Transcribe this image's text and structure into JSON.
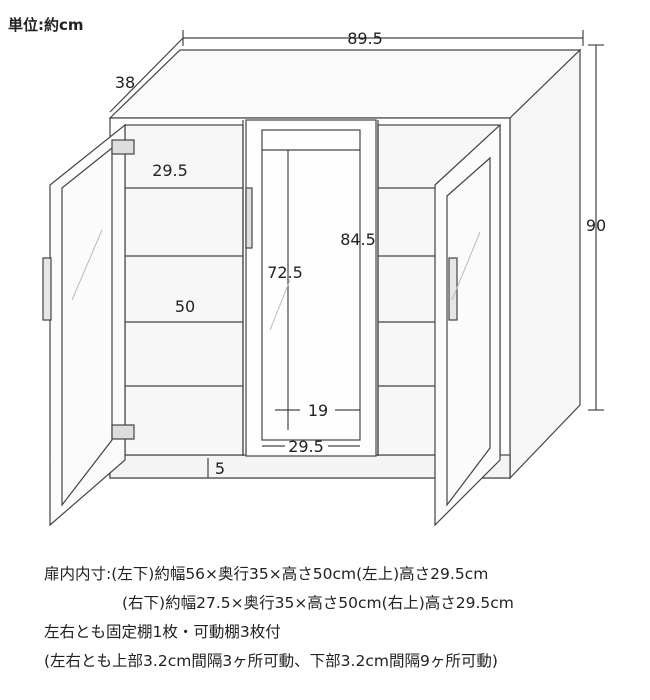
{
  "unit_label": "単位:約cm",
  "dimensions": {
    "width": "89.5",
    "depth": "38",
    "height": "90",
    "inner_height_right": "84.5",
    "upper_left": "29.5",
    "lower_left": "50",
    "center_height": "72.5",
    "center_inner": "19",
    "center_bottom_width": "29.5",
    "plinth": "5"
  },
  "notes": [
    "扉内内寸:(左下)約幅56×奥行35×高さ50cm(左上)高さ29.5cm",
    "(右下)約幅27.5×奥行35×高さ50cm(右上)高さ29.5cm",
    "左右とも固定棚1枚・可動棚3枚付",
    "(左右とも上部3.2cm間隔3ヶ所可動、下部3.2cm間隔9ヶ所可動)"
  ]
}
